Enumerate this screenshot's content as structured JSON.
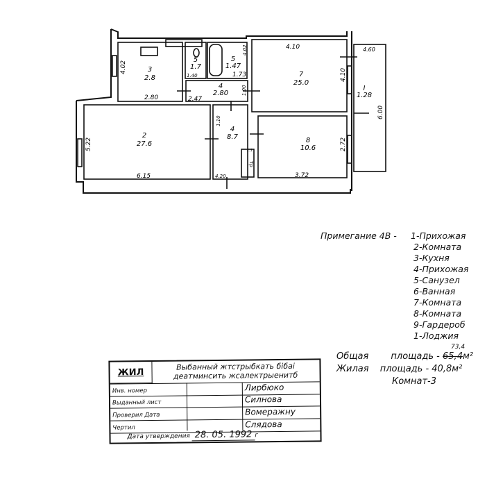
{
  "plan": {
    "rooms": [
      {
        "num": "3",
        "area": "2.8"
      },
      {
        "num": "5",
        "area": "1.7"
      },
      {
        "num": "5",
        "area": "1.47"
      },
      {
        "num": "4",
        "area": "2.80"
      },
      {
        "num": "7",
        "area": "25.0"
      },
      {
        "num": "I",
        "area": "1.28"
      },
      {
        "num": "2",
        "area": "27.6"
      },
      {
        "num": "4",
        "area": "8.7"
      },
      {
        "num": "8",
        "area": "10.6"
      }
    ],
    "dimensions": [
      "4.02",
      "2.80",
      "1.40",
      "1.73",
      "4.02",
      "2.47",
      "1.00",
      "4.10",
      "4.10",
      "4.60",
      "6.00",
      "5.22",
      "6.15",
      "1.10",
      "4.20",
      "3.72",
      "2.72",
      "1.1"
    ],
    "wardrobe_mark": "Тр"
  },
  "notes": {
    "heading": "Примегание 4В -",
    "items": [
      "1-Прихожая",
      "2-Комната",
      "3-Кухня",
      "4-Прихожая",
      "5-Санузел",
      "6-Ванная",
      "7-Комната",
      "8-Комната",
      "9-Гардероб",
      "1-Лоджия"
    ],
    "total_label": "Общая",
    "total_area_label": "площадь -",
    "total_area_struck": "65,4",
    "total_area_correction": "73,4",
    "total_area_unit": "м²",
    "living_label": "Жилая",
    "living_area_label": "площадь - 40,8м²",
    "rooms_count": "Комнат-3"
  },
  "title_block": {
    "code": "ЖИЛ",
    "title_line1": "Выбанный жтстрыбкать бібаі",
    "title_line2": "деатминсить жсалектрыенитб",
    "rows": [
      {
        "label": "Инв. номер",
        "value": "Лирбюко"
      },
      {
        "label": "Выданный лист",
        "value": "Силнова"
      },
      {
        "label": "Проверил Дата",
        "value": "Вомеражну"
      },
      {
        "label": "Чертил",
        "value": "Слядова"
      }
    ],
    "date_label": "Дата утверждения",
    "date_value": "28. 05. 1992",
    "date_suffix": "г"
  }
}
